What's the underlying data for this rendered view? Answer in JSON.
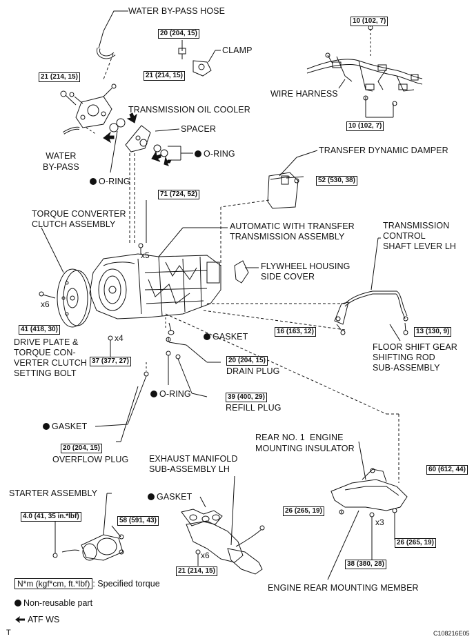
{
  "labels": {
    "water_bypass_hose": "WATER BY-PASS HOSE",
    "clamp": "CLAMP",
    "wire_harness": "WIRE HARNESS",
    "transmission_oil_cooler": "TRANSMISSION OIL COOLER",
    "spacer": "SPACER",
    "water_bypass": "WATER\nBY-PASS",
    "o_ring_1": "O-RING",
    "o_ring_2": "O-RING",
    "o_ring_3": "O-RING",
    "transfer_dynamic_damper": "TRANSFER DYNAMIC DAMPER",
    "torque_converter": "TORQUE CONVERTER\nCLUTCH ASSEMBLY",
    "automatic_transmission": "AUTOMATIC WITH TRANSFER\nTRANSMISSION ASSEMBLY",
    "transmission_control_lever": "TRANSMISSION\nCONTROL\nSHAFT LEVER LH",
    "flywheel_cover": "FLYWHEEL HOUSING\nSIDE COVER",
    "drive_plate": "DRIVE PLATE &\nTORQUE CON-\nVERTER CLUTCH\nSETTING BOLT",
    "gasket_1": "GASKET",
    "floor_shift_rod": "FLOOR SHIFT GEAR\nSHIFTING ROD\nSUB-ASSEMBLY",
    "drain_plug": "DRAIN PLUG",
    "refill_plug": "REFILL PLUG",
    "gasket_2": "GASKET",
    "overflow_plug": "OVERFLOW PLUG",
    "rear_insulator": "REAR NO. 1  ENGINE\nMOUNTING INSULATOR",
    "exhaust_manifold": "EXHAUST MANIFOLD\nSUB-ASSEMBLY LH",
    "starter_assembly": "STARTER ASSEMBLY",
    "gasket_3": "GASKET",
    "engine_rear_member": "ENGINE REAR MOUNTING MEMBER"
  },
  "torques": {
    "t_clamp": "20 (204, 15)",
    "t_harness_top": "10 (102, 7)",
    "t_harness_bottom": "10 (102, 7)",
    "t_cooler_left": "21 (214, 15)",
    "t_cooler_right": "21 (214, 15)",
    "t_damper": "52 (530, 38)",
    "t_case": "71 (724, 52)",
    "t_drive_plate": "41 (418, 30)",
    "t_rod_left": "16 (163, 12)",
    "t_rod_right": "13 (130, 9)",
    "t_flywheel_cover": "37 (377, 27)",
    "t_drain": "20 (204, 15)",
    "t_refill": "39 (400, 29)",
    "t_overflow": "20 (204, 15)",
    "t_insulator": "60 (612, 44)",
    "t_starter_left": "4.0 (41, 35 in.*lbf)",
    "t_starter_right": "58 (591, 43)",
    "t_member_left": "26 (265, 19)",
    "t_member_right": "26 (265, 19)",
    "t_manifold": "21 (214, 15)",
    "t_member_bottom": "38 (380, 28)"
  },
  "multipliers": {
    "x5": "x5",
    "x6_a": "x6",
    "x4": "x4",
    "x3": "x3",
    "x6_b": "x6"
  },
  "legend": {
    "torque_box": "N*m (kgf*cm, ft.*lbf)",
    "torque_text": ": Specified torque",
    "non_reusable": "Non-reusable part",
    "atf": "ATF WS"
  },
  "corner": {
    "left": "T",
    "code": "C108216E05"
  }
}
